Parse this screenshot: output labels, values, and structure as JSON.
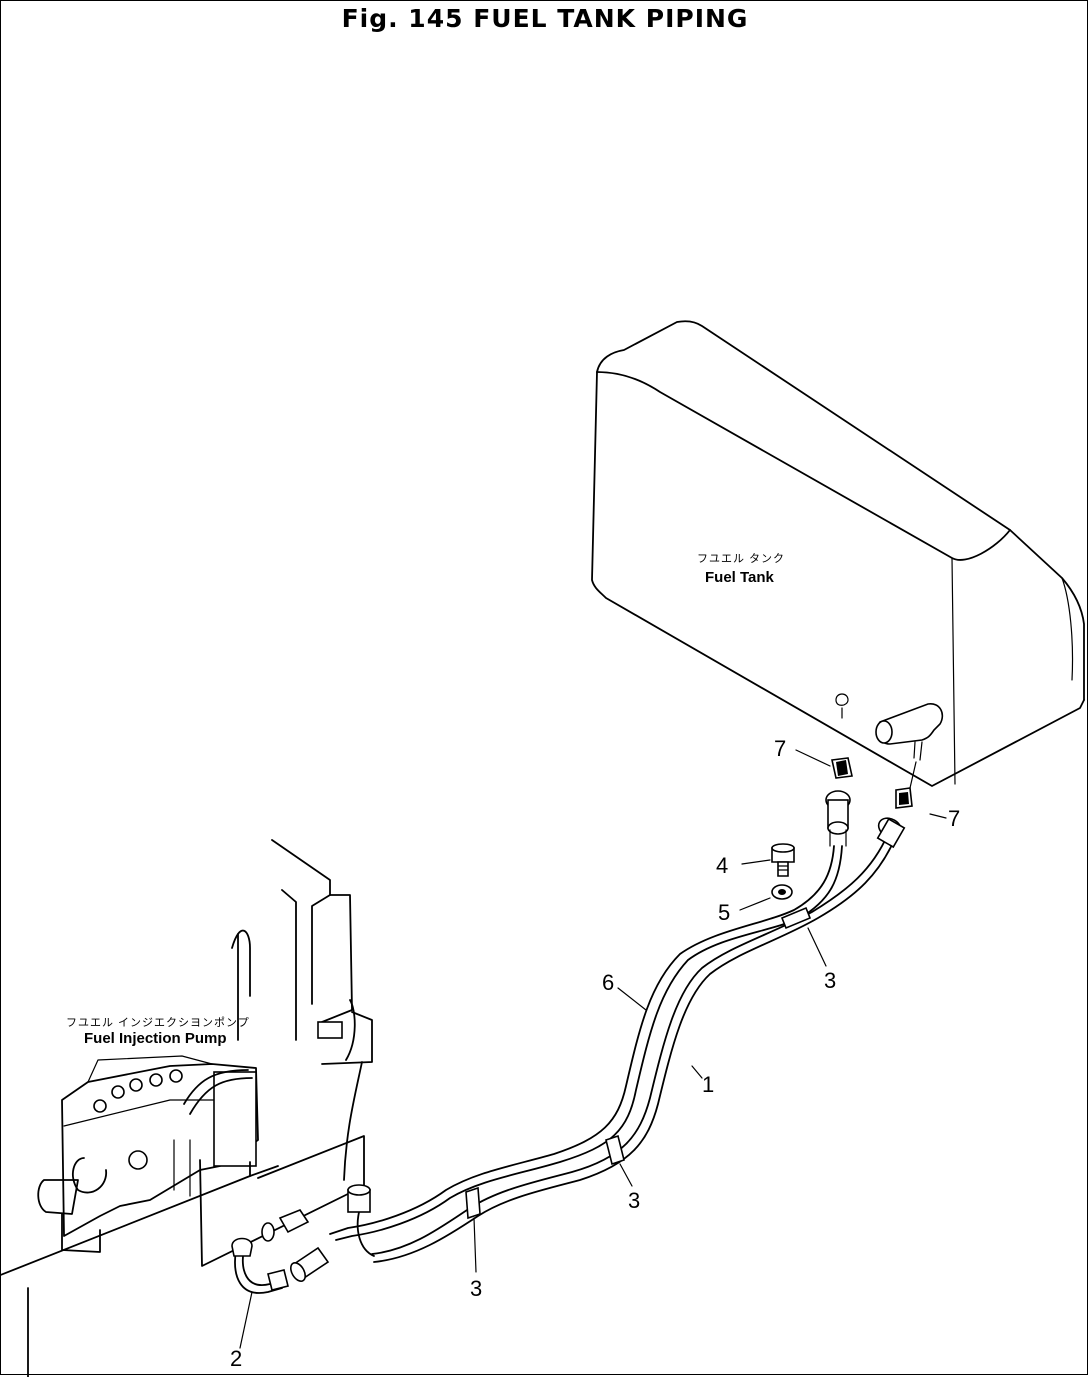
{
  "figure": {
    "title": "Fig. 145   FUEL TANK PIPING"
  },
  "components": {
    "fuel_tank": {
      "jp": "フユエル タンク",
      "en": "Fuel Tank"
    },
    "injection_pump": {
      "jp": "フユエル インジエクシヨンポンプ",
      "en": "Fuel Injection Pump"
    }
  },
  "callouts": {
    "hose_1": "1",
    "pipe_2": "2",
    "clamp_3a": "3",
    "clamp_3b": "3",
    "clamp_3c": "3",
    "bolt_4": "4",
    "washer_5": "5",
    "hose_6": "6",
    "fitting_7a": "7",
    "fitting_7b": "7"
  }
}
